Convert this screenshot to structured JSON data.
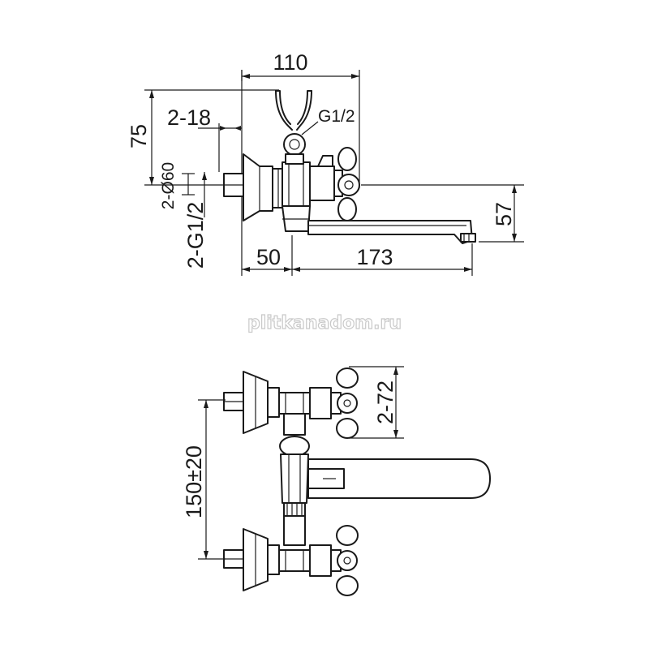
{
  "watermark": "plitkanadom.ru",
  "top_view": {
    "dim_width": "110",
    "dim_height": "75",
    "dim_thread_top": "G1/2",
    "dim_spacing": "2-18",
    "dim_flange": "2-Ø60",
    "dim_thread_inlet": "2-G1/2",
    "dim_spout_height": "57",
    "dim_offset": "50",
    "dim_spout_length": "173"
  },
  "bottom_view": {
    "dim_handles": "2-72",
    "dim_centers": "150±20"
  }
}
